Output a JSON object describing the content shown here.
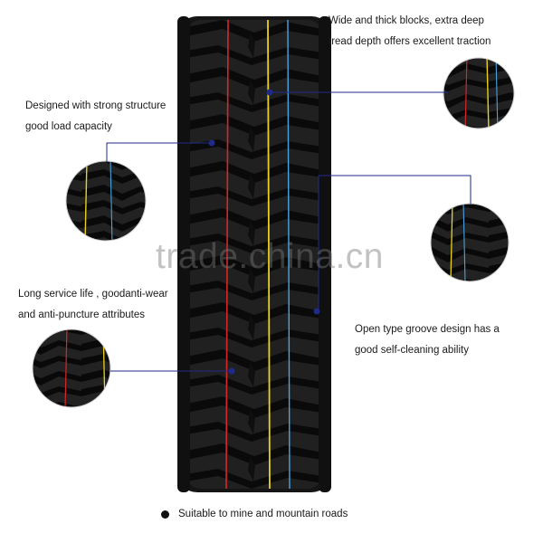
{
  "callouts": {
    "top_right": {
      "line1": "Wide and thick blocks, extra deep",
      "line2": "tread depth offers excellent traction"
    },
    "upper_left": {
      "line1": "Designed with strong structure",
      "line2": "good load capacity"
    },
    "lower_left": {
      "line1": "Long service life , goodanti-wear",
      "line2": "and anti-puncture attributes"
    },
    "mid_right": {
      "line1": "Open type groove design has a",
      "line2": "good self-cleaning ability"
    }
  },
  "footer": {
    "text": "Suitable to mine and mountain roads"
  },
  "watermark": {
    "text": "trade.china.cn"
  },
  "colors": {
    "tire": "#1c1c1c",
    "groove": "#0d0d0d",
    "callout_line": "#1f2a8a",
    "stripe_red": "#d62828",
    "stripe_yellow": "#e8d21d",
    "stripe_blue": "#4aa3e0"
  }
}
